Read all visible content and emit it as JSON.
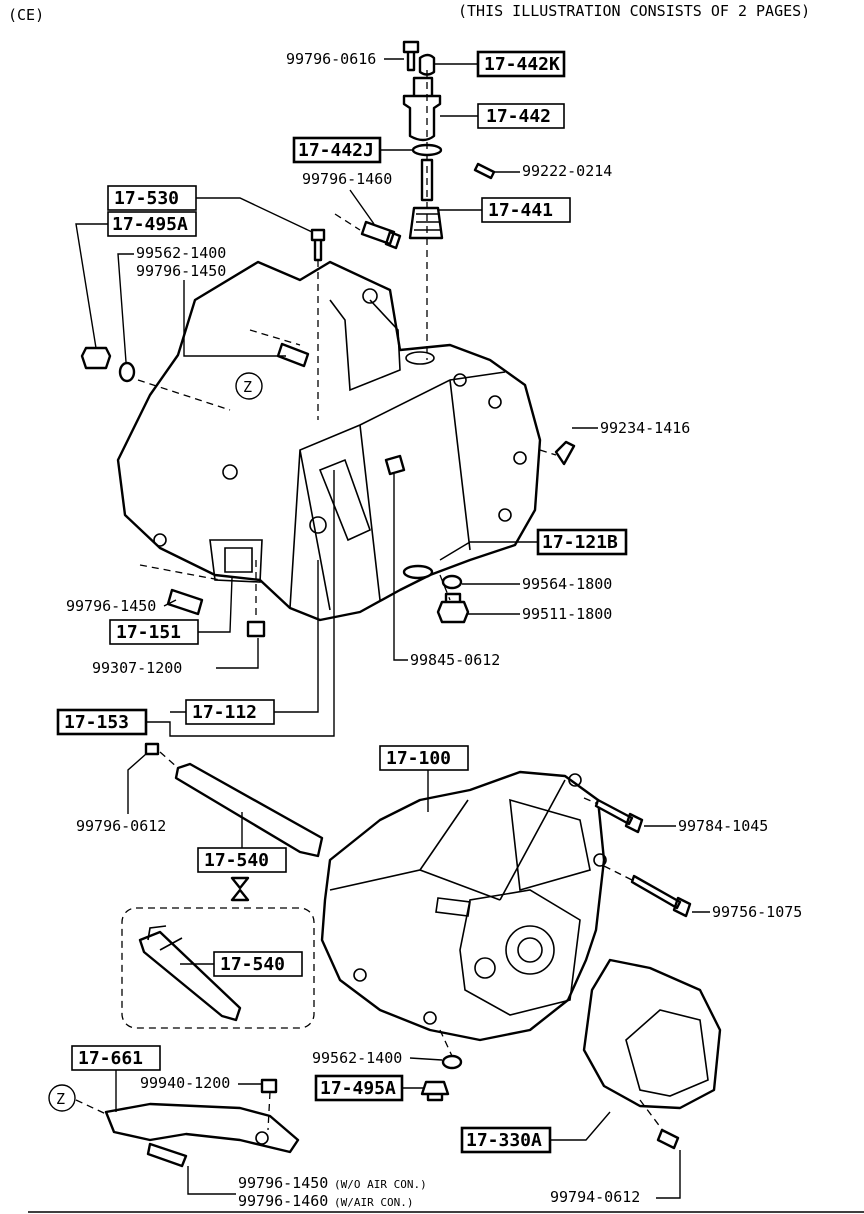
{
  "header": {
    "code": "(CE)",
    "note": "(THIS ILLUSTRATION CONSISTS OF  2 PAGES)"
  },
  "callouts": {
    "c_17_442K": "17-442K",
    "c_17_442": "17-442",
    "c_17_442J": "17-442J",
    "c_17_441": "17-441",
    "c_17_530": "17-530",
    "c_17_495A_top": "17-495A",
    "c_17_121B": "17-121B",
    "c_17_151": "17-151",
    "c_17_153": "17-153",
    "c_17_112": "17-112",
    "c_17_100": "17-100",
    "c_17_540_a": "17-540",
    "c_17_540_b": "17-540",
    "c_17_661": "17-661",
    "c_17_495A_bottom": "17-495A",
    "c_17_330A": "17-330A"
  },
  "part_numbers": {
    "p_99796_0616": "99796-0616",
    "p_99222_0214": "99222-0214",
    "p_99796_1460_top": "99796-1460",
    "p_99562_1400_top": "99562-1400",
    "p_99796_1450_top": "99796-1450",
    "p_99234_1416": "99234-1416",
    "p_99564_1800": "99564-1800",
    "p_99511_1800": "99511-1800",
    "p_99796_1450_left": "99796-1450",
    "p_99307_1200": "99307-1200",
    "p_99845_0612": "99845-0612",
    "p_99796_0612": "99796-0612",
    "p_99784_1045": "99784-1045",
    "p_99756_1075": "99756-1075",
    "p_99562_1400_bottom": "99562-1400",
    "p_99940_1200": "99940-1200",
    "p_99796_1450_bottom": "99796-1450",
    "p_99796_1460_bottom": "99796-1460",
    "p_99794_0612": "99794-0612"
  },
  "notes": {
    "wo_air_con": "(W/O AIR CON.)",
    "w_air_con": "(W/AIR CON.)"
  },
  "markers": {
    "z_top": "Z",
    "z_bottom": "Z"
  }
}
